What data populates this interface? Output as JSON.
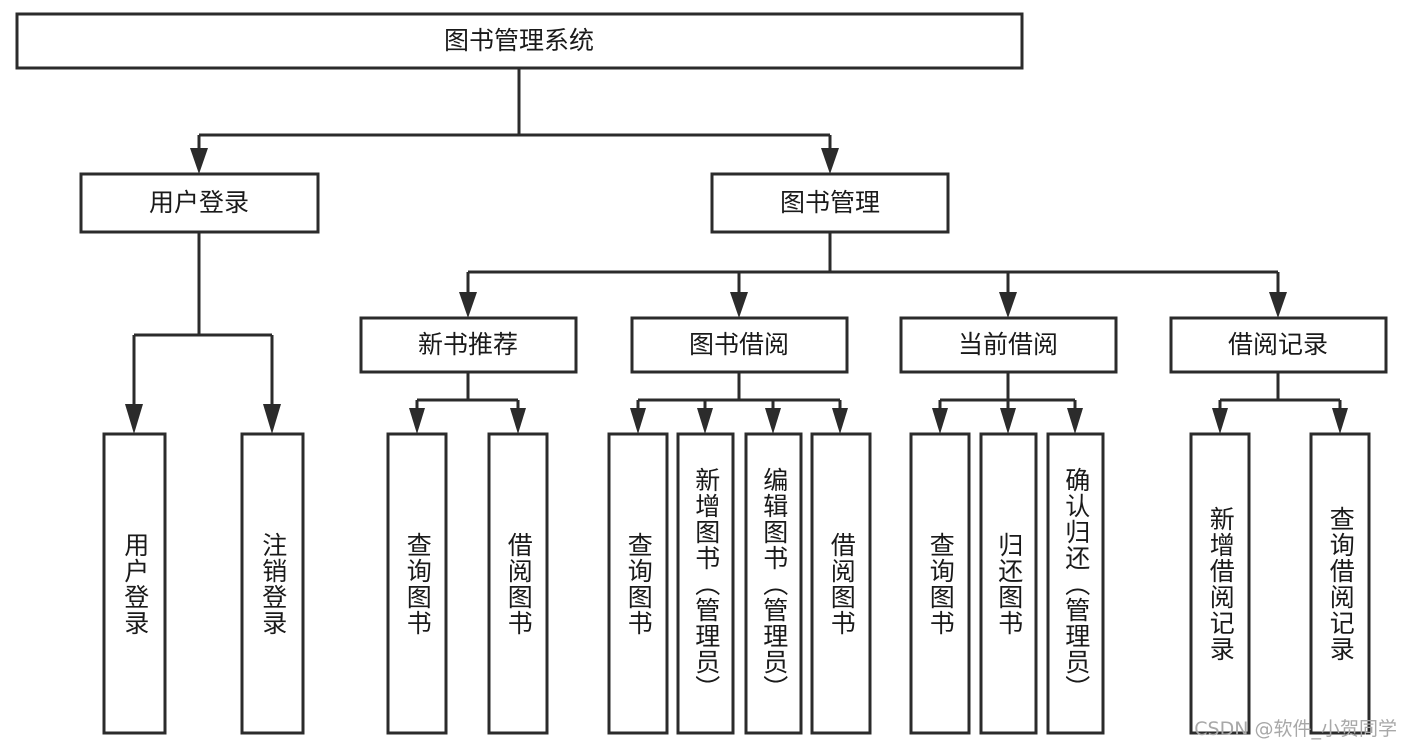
{
  "diagram": {
    "type": "tree-hierarchy",
    "title_node": {
      "label": "图书管理系统"
    },
    "level2": [
      {
        "label": "用户登录"
      },
      {
        "label": "图书管理"
      }
    ],
    "level3": [
      {
        "label": "新书推荐"
      },
      {
        "label": "图书借阅"
      },
      {
        "label": "当前借阅"
      },
      {
        "label": "借阅记录"
      }
    ],
    "leaves": {
      "user_login": [
        {
          "label": "用户登录"
        },
        {
          "label": "注销登录"
        }
      ],
      "new_book_recommend": [
        {
          "label": "查询图书"
        },
        {
          "label": "借阅图书"
        }
      ],
      "book_borrow": [
        {
          "label": "查询图书"
        },
        {
          "label": "新增图书（管理员）"
        },
        {
          "label": "编辑图书（管理员）"
        },
        {
          "label": "借阅图书"
        }
      ],
      "current_borrow": [
        {
          "label": "查询图书"
        },
        {
          "label": "归还图书"
        },
        {
          "label": "确认归还（管理员）"
        }
      ],
      "borrow_record": [
        {
          "label": "新增借阅记录"
        },
        {
          "label": "查询借阅记录"
        }
      ]
    }
  },
  "watermark": {
    "text": "CSDN @软件_小贺同学"
  },
  "colors": {
    "stroke": "#2b2b2b",
    "box_fill": "#ffffff",
    "text": "#1a1a1a",
    "watermark": "#a8a8a8",
    "background": "#ffffff"
  }
}
